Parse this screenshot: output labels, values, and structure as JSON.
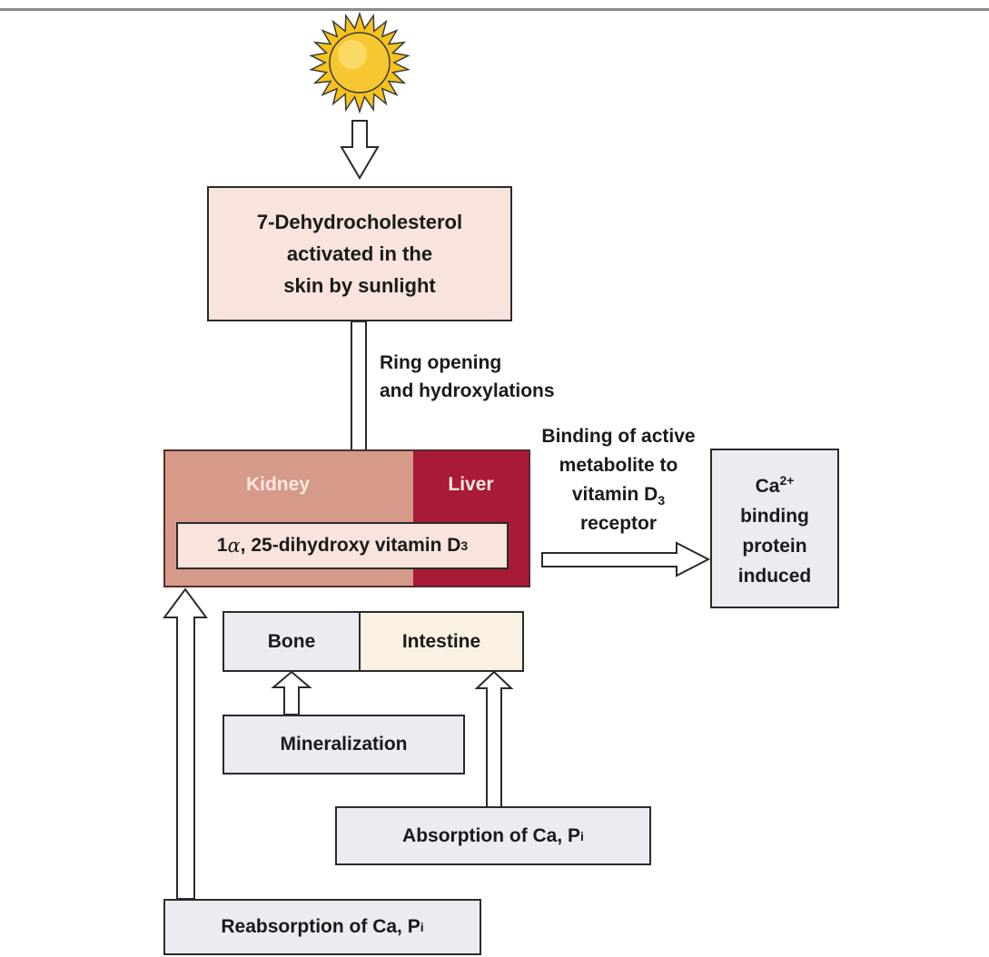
{
  "top": {
    "box": "7-Dehydrocholesterol\nactivated in the\nskin by sunlight"
  },
  "step_label": "Ring opening\nand hydroxylations",
  "organs": {
    "kidney": "Kidney",
    "liver": "Liver",
    "compound_prefix": "1",
    "compound_alpha": "α",
    "compound_mid": ", 25-dihydroxy vitamin D",
    "compound_sub": "3"
  },
  "binding": {
    "line1": "Binding of active",
    "line2": "metabolite to",
    "line3_pre": "vitamin D",
    "line3_sub": "3",
    "line4": "receptor"
  },
  "result": {
    "ca": "Ca",
    "charge": "2+",
    "rest": "binding\nprotein\ninduced"
  },
  "targets": {
    "bone": "Bone",
    "intestine": "Intestine"
  },
  "mineralization": "Mineralization",
  "absorption": {
    "text": "Absorption of Ca, P",
    "sub": "i"
  },
  "reabsorption": {
    "text": "Reabsorption of Ca, P",
    "sub": "i"
  },
  "colors": {
    "peach": "#f8e4dc",
    "kidney": "#d59a8a",
    "liver": "#a81a36",
    "grey_box": "#ebecf2",
    "intestine": "#fbf1e2",
    "sun": "#f6c21e"
  }
}
